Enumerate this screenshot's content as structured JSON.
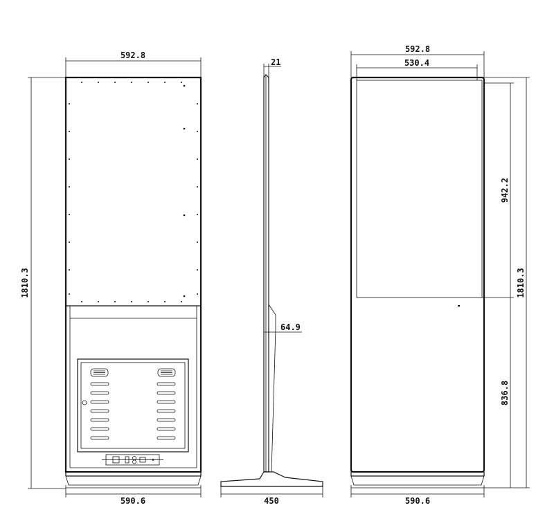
{
  "views": {
    "back": {
      "width_top": "592.8",
      "height": "1810.3",
      "width_bottom": "590.6"
    },
    "side": {
      "thickness": "21",
      "bracket": "64.9",
      "base_width": "450"
    },
    "front": {
      "width_top": "592.8",
      "screen_width": "530.4",
      "screen_height": "942.2",
      "height": "1810.3",
      "lower_height": "836.8",
      "width_bottom": "590.6"
    }
  }
}
